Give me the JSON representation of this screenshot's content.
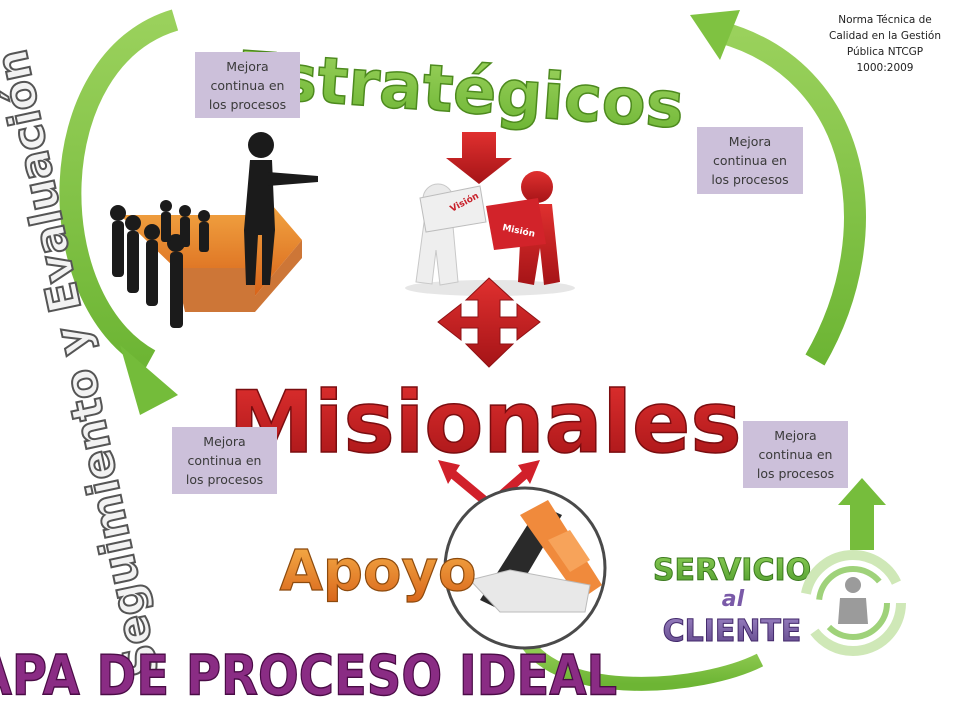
{
  "norma": "Norma Técnica de Calidad en la Gestión Pública NTCGP 1000:2009",
  "titles": {
    "estrategicos": "Estratégicos",
    "misionales": "Misionales",
    "apoyo": "Apoyo",
    "seguimiento": "Seguimiento y Evaluación",
    "mapa": "MAPA DE PROCESO IDEAL"
  },
  "puzzle": {
    "vision": "Visión",
    "mision": "Misión"
  },
  "servicio": {
    "line1": "SERVICIO",
    "line2": "al",
    "line3": "CLIENTE"
  },
  "notes": [
    "Mejora continua en los procesos",
    "Mejora continua en los procesos",
    "Mejora continua en los procesos",
    "Mejora continua en los procesos"
  ],
  "colors": {
    "arrow_green": "#7fc241",
    "arrow_red": "#d71f26",
    "note_bg": "#ccc0da",
    "title_orange": "#ed7d2b",
    "servicio_green": "#69b944",
    "cliente_purple": "#7b5da6"
  },
  "icons": [
    "cycle-arrow-icon",
    "leader-figures-icon",
    "puzzle-figures-icon",
    "cross-arrow-icon",
    "handshake-icon",
    "client-person-icon"
  ]
}
